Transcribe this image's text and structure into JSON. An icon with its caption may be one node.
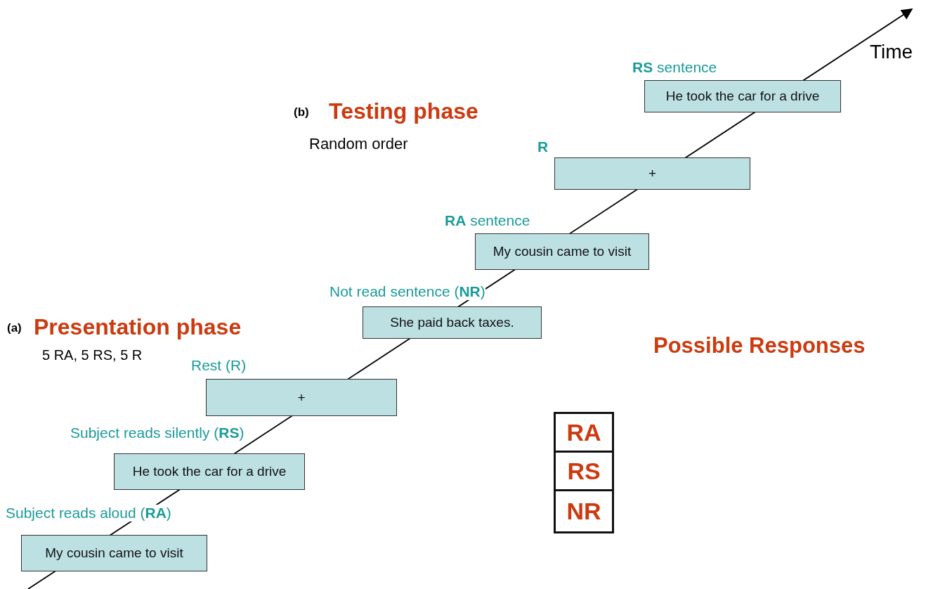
{
  "diagram": {
    "nodes": [
      {
        "text": [
          "My cousin came to visit"
        ],
        "beside": [
          "Subject reads aloud (**RA**)"
        ]
      },
      {
        "text": [
          "He took the car for a drive"
        ],
        "beside": [
          "Subject reads silently (**RS**)"
        ]
      },
      {
        "text": [
          "+"
        ],
        "beside": [
          "Rest (R)"
        ]
      },
      {
        "text": [
          "She paid back taxes."
        ],
        "beside": [
          "Not read sentence (**NR**)"
        ]
      },
      {
        "text": [
          "My cousin came to visit"
        ],
        "beside": [
          "**RA** sentence"
        ]
      },
      {
        "text": [
          "+"
        ],
        "beside": [
          "R"
        ]
      },
      {
        "text": [
          "He took the car for a drive"
        ],
        "beside": [
          "**RS** sentence"
        ]
      },
      {
        "text": [
          "RA"
        ]
      },
      {
        "text": [
          "RS"
        ]
      },
      {
        "text": [
          "NR"
        ]
      }
    ],
    "edges": [],
    "labels": [
      "Time",
      "(b)",
      "Testing phase",
      "Random order",
      "(a)",
      "Presentation phase",
      "5 RA, 5 RS, 5 R",
      "Possible Responses"
    ]
  }
}
